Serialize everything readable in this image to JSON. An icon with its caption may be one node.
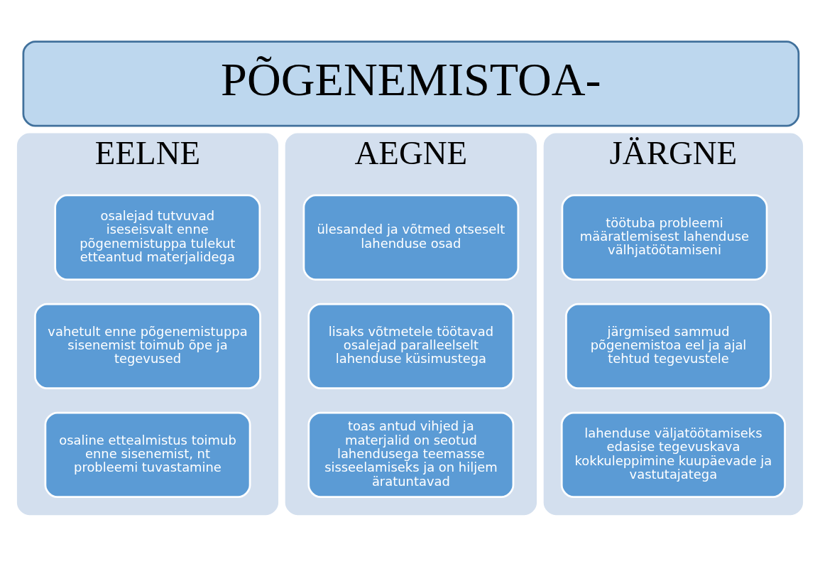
{
  "diagram": {
    "nodes": [
      {
        "text": [
          "PÕGENEMISTOA-"
        ]
      },
      {
        "text": [
          "EELNE"
        ]
      },
      {
        "text": [
          "osalejad tutvuvad iseseisvalt enne põgenemistuppa tulekut etteantud materjalidega"
        ],
        "in": 1
      },
      {
        "text": [
          "vahetult enne põgenemistuppa sisenemist toimub õpe ja tegevused"
        ],
        "in": 1
      },
      {
        "text": [
          "osaline ettealmistus toimub enne sisenemist, nt probleemi tuvastamine"
        ],
        "in": 1
      },
      {
        "text": [
          "AEGNE"
        ]
      },
      {
        "text": [
          "ülesanded ja võtmed otseselt lahenduse osad"
        ],
        "in": 5
      },
      {
        "text": [
          "lisaks võtmetele töötavad osalejad paralleelselt lahenduse küsimustega"
        ],
        "in": 5
      },
      {
        "text": [
          "toas antud vihjed ja materjalid on seotud lahendusega teemasse sisseelamiseks ja on hiljem äratuntavad"
        ],
        "in": 5
      },
      {
        "text": [
          "JÄRGNE"
        ]
      },
      {
        "text": [
          "töötuba probleemi määratlemisest lahenduse välhjatöötamiseni"
        ],
        "in": 9
      },
      {
        "text": [
          "järgmised sammud põgenemistoa eel ja ajal tehtud tegevustele"
        ],
        "in": 9
      },
      {
        "text": [
          "lahenduse väljatöötamiseks edasise tegevuskava kokkuleppimine kuupäevade ja vastutajatega"
        ],
        "in": 9
      }
    ],
    "edges": []
  }
}
